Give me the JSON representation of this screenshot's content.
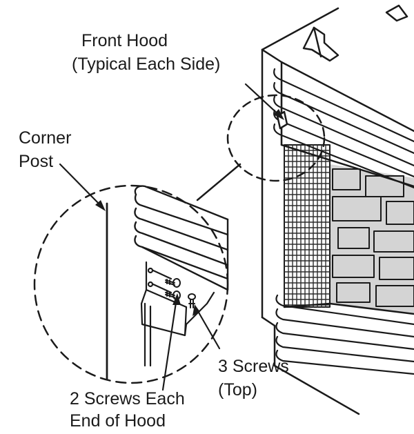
{
  "labels": {
    "front_hood": [
      "Front Hood",
      "(Typical Each Side)"
    ],
    "corner_post": [
      "Corner",
      "Post"
    ],
    "three_screws": [
      "3 Screws",
      "(Top)"
    ],
    "two_screws": [
      "2 Screws Each",
      "End of Hood"
    ]
  },
  "colors": {
    "line": "#1a1a1a",
    "brick": "#d4d4d4",
    "screen": "#2a2a2a"
  }
}
